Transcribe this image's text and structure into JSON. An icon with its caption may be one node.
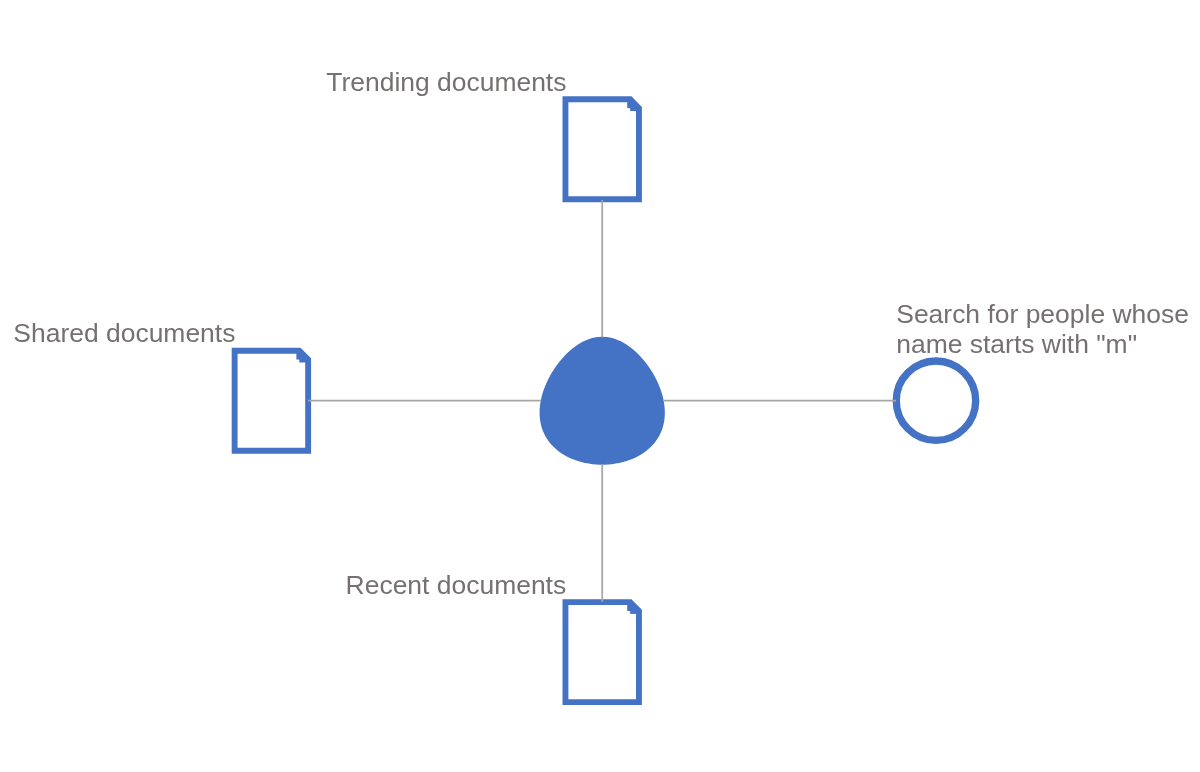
{
  "diagram": {
    "nodes": [
      {
        "text": [],
        "shape": "picture",
        "beside": [
          "Trending documents"
        ]
      },
      {
        "text": [],
        "shape": "picture",
        "beside": [
          "Shared documents"
        ]
      },
      {
        "text": [],
        "shape": "person"
      },
      {
        "text": [],
        "shape": "circle",
        "beside": [
          "Search for people whose name starts with \"m\""
        ]
      },
      {
        "text": [],
        "shape": "picture",
        "beside": [
          "Recent documents"
        ]
      }
    ],
    "edges": [
      {
        "from": 0,
        "to": 2,
        "arrow": "none"
      },
      {
        "from": 1,
        "to": 2,
        "arrow": "none"
      },
      {
        "from": 2,
        "to": 3,
        "arrow": "none"
      },
      {
        "from": 2,
        "to": 4,
        "arrow": "none"
      }
    ]
  }
}
